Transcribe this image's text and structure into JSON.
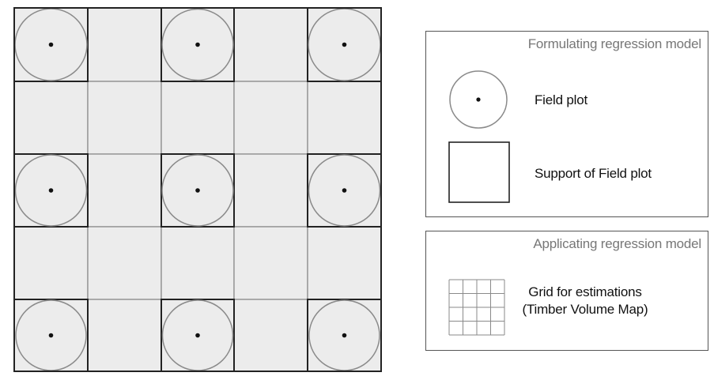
{
  "diagram": {
    "rows": 5,
    "cols": 5,
    "plot_rows": [
      0,
      2,
      4
    ],
    "plot_cols": [
      0,
      2,
      4
    ],
    "colors": {
      "cell_fill": "#ececec",
      "cell_line": "#999999",
      "support_line": "#222222",
      "circle_line": "#8a8a8a",
      "dot": "#111111"
    }
  },
  "legend_formulating": {
    "title": "Formulating regression model",
    "field_plot_label": "Field plot",
    "support_label": "Support of Field plot"
  },
  "legend_applicating": {
    "title": "Applicating regression model",
    "grid_label_line1": "Grid for estimations",
    "grid_label_line2": "(Timber Volume Map)"
  }
}
